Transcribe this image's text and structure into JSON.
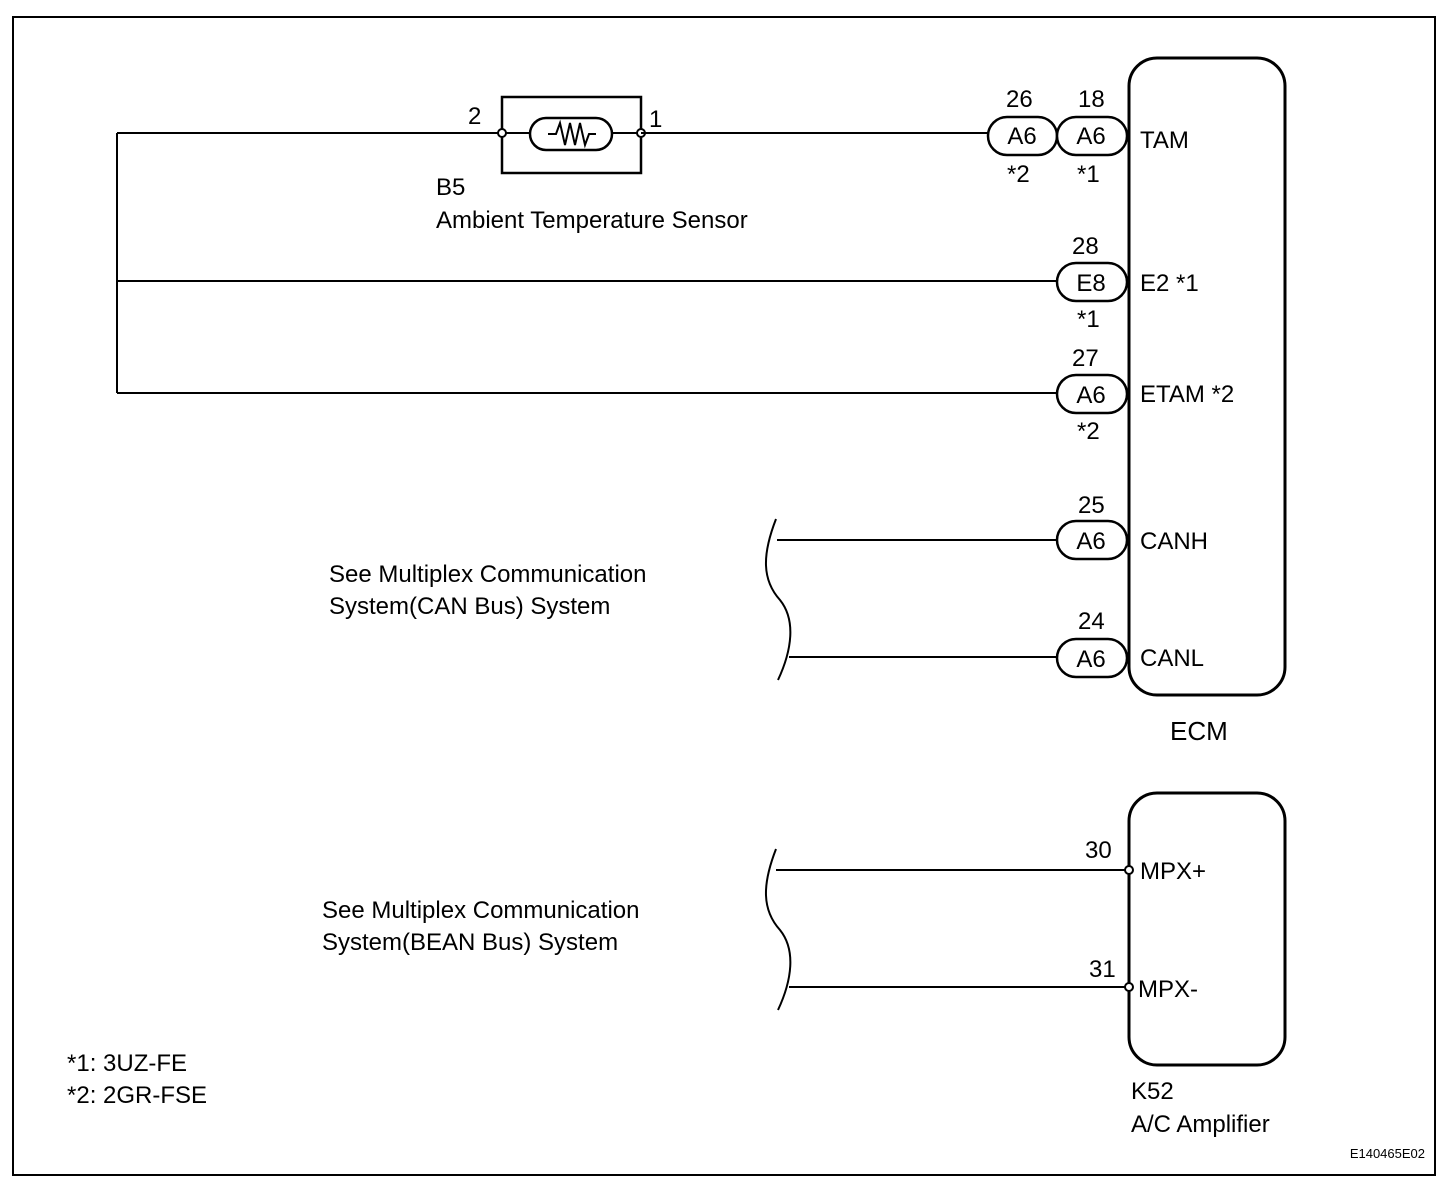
{
  "sensor": {
    "id": "B5",
    "name": "Ambient Temperature Sensor",
    "pin_left": "2",
    "pin_right": "1"
  },
  "ecm": {
    "name": "ECM",
    "connectors": [
      {
        "pin": "26",
        "code": "A6",
        "note": "*2"
      },
      {
        "pin": "18",
        "code": "A6",
        "note": "*1",
        "terminal": "TAM"
      },
      {
        "pin": "28",
        "code": "E8",
        "note": "*1",
        "terminal": "E2 *1"
      },
      {
        "pin": "27",
        "code": "A6",
        "note": "*2",
        "terminal": "ETAM *2"
      },
      {
        "pin": "25",
        "code": "A6",
        "note": "",
        "terminal": "CANH"
      },
      {
        "pin": "24",
        "code": "A6",
        "note": "",
        "terminal": "CANL"
      }
    ]
  },
  "amplifier": {
    "id": "K52",
    "name": "A/C Amplifier",
    "terminals": [
      {
        "pin": "30",
        "terminal": "MPX+"
      },
      {
        "pin": "31",
        "terminal": "MPX-"
      }
    ]
  },
  "references": {
    "can_line1": "See Multiplex Communication",
    "can_line2": "System(CAN Bus) System",
    "bean_line1": "See Multiplex Communication",
    "bean_line2": "System(BEAN Bus) System"
  },
  "footnotes": [
    "*1: 3UZ-FE",
    "*2: 2GR-FSE"
  ],
  "figure_code": "E140465E02"
}
